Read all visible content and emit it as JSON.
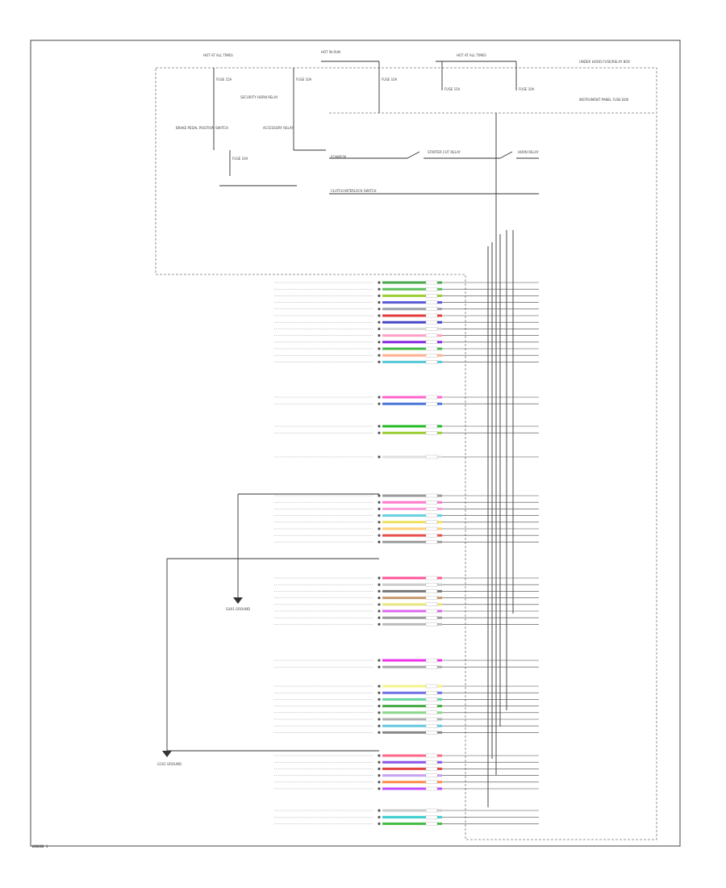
{
  "diagram": {
    "footer_code": "W00000 1",
    "colors": {
      "line": "#333333",
      "dash": "#777777",
      "bg": "#ffffff"
    },
    "top_labels": [
      "HOT AT ALL TIMES",
      "HOT IN RUN",
      "HOT AT ALL TIMES"
    ],
    "fuse_labels": [
      "FUSE 15A",
      "FUSE 10A",
      "FUSE 10A",
      "FUSE 15A",
      "FUSE 10A",
      "FUSE 10A"
    ],
    "right_header": [
      "UNDER HOOD FUSE/RELAY BOX",
      "INSTRUMENT PANEL FUSE BOX"
    ],
    "left_devices": [
      "BRAKE PEDAL POSITION SWITCH",
      "SECURITY HORN RELAY",
      "ACCESSORY RELAY"
    ],
    "mid_devices": [
      "ECM/PCM",
      "STARTER CUT RELAY",
      "CLUTCH INTERLOCK SWITCH",
      "HORN RELAY"
    ],
    "connector_blocks": [
      {
        "wires": [
          {
            "color": "#4aa84a"
          },
          {
            "color": "#5cbf5c"
          },
          {
            "color": "#9acd32"
          },
          {
            "color": "#5b5bd6"
          },
          {
            "color": "#9aa0aa"
          },
          {
            "color": "#e33b3b"
          },
          {
            "color": "#4646c8"
          },
          {
            "color": "#d9d9d9"
          },
          {
            "color": "#ff9fc7"
          },
          {
            "color": "#8a2be2"
          },
          {
            "color": "#44b944"
          },
          {
            "color": "#ffb090"
          },
          {
            "color": "#55c8d6"
          }
        ]
      },
      {
        "wires": [
          {
            "color": "#ff66cc"
          },
          {
            "color": "#4a74d6"
          }
        ]
      },
      {
        "wires": [
          {
            "color": "#22bb22"
          },
          {
            "color": "#9acd32"
          }
        ]
      },
      {
        "wires": [
          {
            "color": "#e0e0e0"
          }
        ]
      },
      {
        "wires": [
          {
            "color": "#9a9a9a"
          },
          {
            "color": "#ff77cc"
          },
          {
            "color": "#ff99dd"
          },
          {
            "color": "#66cfe0"
          },
          {
            "color": "#f0e060"
          },
          {
            "color": "#ffd27a"
          },
          {
            "color": "#e84b4b"
          },
          {
            "color": "#a0a0a0"
          }
        ]
      },
      {
        "wires": [
          {
            "color": "#ff5599"
          },
          {
            "color": "#cccccc"
          },
          {
            "color": "#777777"
          },
          {
            "color": "#c49a6c"
          },
          {
            "color": "#e6e680"
          },
          {
            "color": "#dd66ee"
          },
          {
            "color": "#9a9a9a"
          },
          {
            "color": "#bbbbbb"
          }
        ]
      },
      {
        "wires": [
          {
            "color": "#ee33ee"
          },
          {
            "color": "#aaaaaa"
          }
        ]
      },
      {
        "wires": [
          {
            "color": "#f4f48a"
          },
          {
            "color": "#6f6fe6"
          },
          {
            "color": "#66d6a0"
          },
          {
            "color": "#44aa44"
          },
          {
            "color": "#8ad68a"
          },
          {
            "color": "#b0b0b0"
          },
          {
            "color": "#66c8e0"
          },
          {
            "color": "#888888"
          }
        ]
      },
      {
        "wires": [
          {
            "color": "#ff6688"
          },
          {
            "color": "#8a55e6"
          },
          {
            "color": "#e04444"
          },
          {
            "color": "#c5a0f0"
          },
          {
            "color": "#ff8c4a"
          },
          {
            "color": "#c04cff"
          }
        ]
      },
      {
        "wires": [
          {
            "color": "#cccccc"
          },
          {
            "color": "#33cccc"
          },
          {
            "color": "#44bb44"
          }
        ]
      }
    ],
    "ground_labels": [
      "G401 GROUND",
      "G101 GROUND"
    ]
  }
}
